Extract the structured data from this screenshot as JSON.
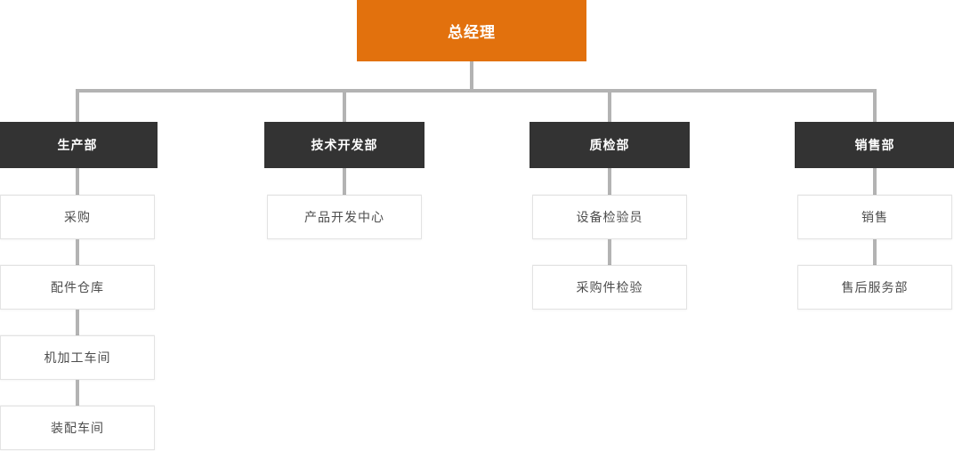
{
  "org": {
    "root": {
      "label": "总经理"
    },
    "columns": [
      {
        "head": {
          "label": "生产部"
        },
        "children": [
          {
            "label": "采购"
          },
          {
            "label": "配件仓库"
          },
          {
            "label": "机加工车间"
          },
          {
            "label": "装配车间"
          }
        ]
      },
      {
        "head": {
          "label": "技术开发部"
        },
        "children": [
          {
            "label": "产品开发中心"
          }
        ]
      },
      {
        "head": {
          "label": "质检部"
        },
        "children": [
          {
            "label": "设备检验员"
          },
          {
            "label": "采购件检验"
          }
        ]
      },
      {
        "head": {
          "label": "销售部"
        },
        "children": [
          {
            "label": "销售"
          },
          {
            "label": "售后服务部"
          }
        ]
      }
    ]
  },
  "theme": {
    "background": "#ffffff",
    "root_bg": "#e2710d",
    "root_text": "#ffffff",
    "dept_bg": "#333333",
    "dept_text": "#ffffff",
    "connector": "#b3b3b3",
    "child_bg": "#ffffff",
    "child_border": "#e3e3e3",
    "child_text": "#4d4d4d"
  }
}
